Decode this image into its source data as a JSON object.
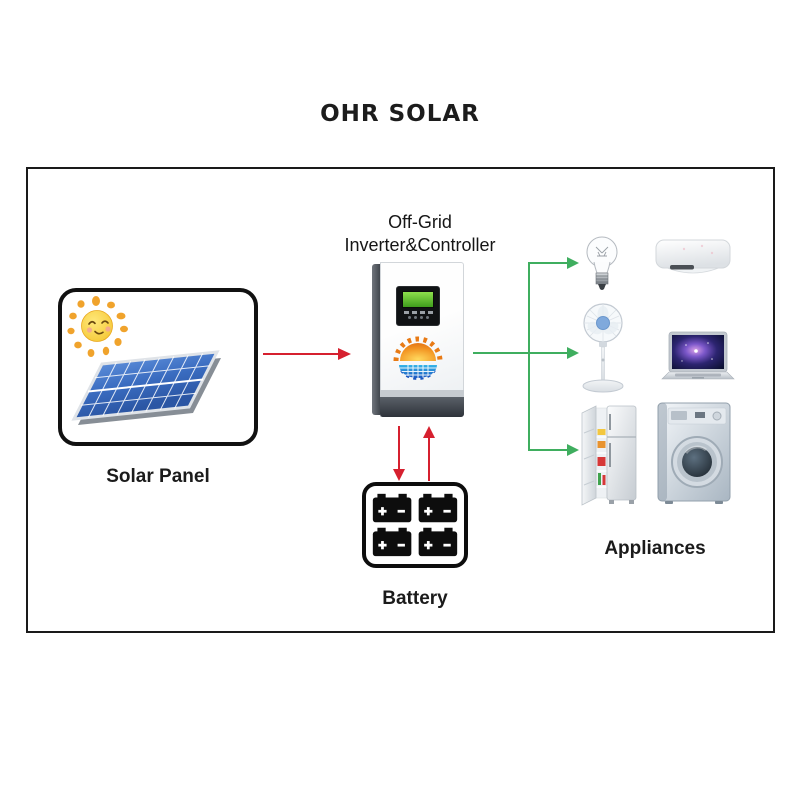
{
  "header": {
    "title": "OHR SOLAR"
  },
  "diagram": {
    "solar_panel": {
      "label": "Solar Panel",
      "icons": [
        "smiling-sun",
        "solar-panel"
      ]
    },
    "inverter": {
      "label_line1": "Off-Grid",
      "label_line2": "Inverter&Controller"
    },
    "battery": {
      "label": "Battery",
      "cells_shown": 4
    },
    "appliances": {
      "label": "Appliances",
      "items": [
        "light-bulb",
        "air-conditioner",
        "standing-fan",
        "laptop",
        "refrigerator",
        "washing-machine"
      ]
    },
    "power_flow": {
      "dc_arrow_color": "#d6202f",
      "ac_arrow_color": "#3fae5f",
      "links": [
        {
          "from": "solar-panel",
          "to": "inverter",
          "type": "dc"
        },
        {
          "from": "inverter",
          "to": "battery",
          "type": "dc"
        },
        {
          "from": "battery",
          "to": "inverter",
          "type": "dc"
        },
        {
          "from": "inverter",
          "to": "appliances",
          "type": "ac"
        }
      ]
    }
  }
}
